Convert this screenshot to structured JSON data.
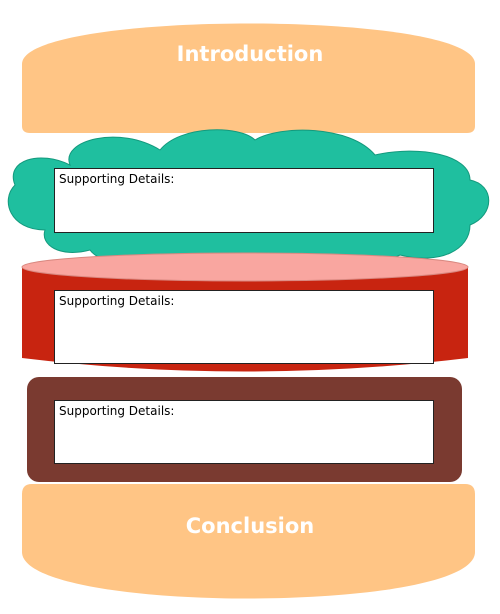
{
  "diagram": {
    "top_bun": {
      "label": "Introduction"
    },
    "layers": [
      {
        "kind": "lettuce",
        "label": "Supporting Details:"
      },
      {
        "kind": "tomato",
        "label": "Supporting Details:"
      },
      {
        "kind": "patty",
        "label": "Supporting Details:"
      }
    ],
    "bottom_bun": {
      "label": "Conclusion"
    }
  },
  "colors": {
    "bun": "#FFC585",
    "lettuce": "#1FBF9F",
    "tomato_top": "#F9A6A0",
    "tomato_side": "#C82410",
    "patty": "#7A3A30"
  }
}
